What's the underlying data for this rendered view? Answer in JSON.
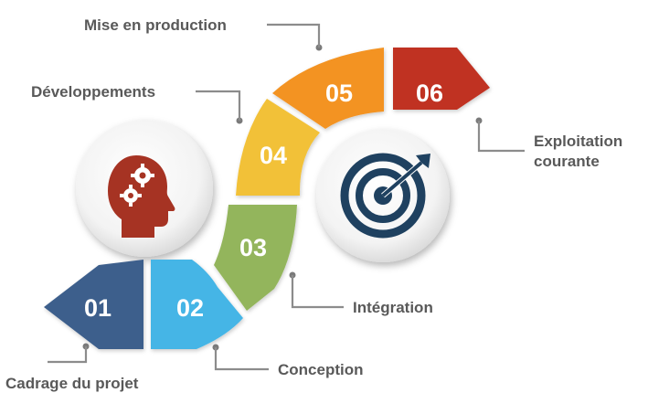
{
  "steps": [
    {
      "number": "01",
      "label": "Cadrage du projet",
      "color": "#3d5f8c"
    },
    {
      "number": "02",
      "label": "Conception",
      "color": "#45b5e6"
    },
    {
      "number": "03",
      "label": "Intégration",
      "color": "#93b55b"
    },
    {
      "number": "04",
      "label": "Développements",
      "color": "#f2c139"
    },
    {
      "number": "05",
      "label": "Mise en production",
      "color": "#f39323"
    },
    {
      "number": "06",
      "label": "Exploitation courante",
      "color": "#c03223"
    }
  ],
  "icons": {
    "left": "head-with-gears-icon",
    "right": "target-with-arrow-icon"
  },
  "colors": {
    "connector": "#8c8c8c",
    "text": "#595959",
    "head_icon": "#a63323",
    "target_icon": "#1f4160"
  }
}
